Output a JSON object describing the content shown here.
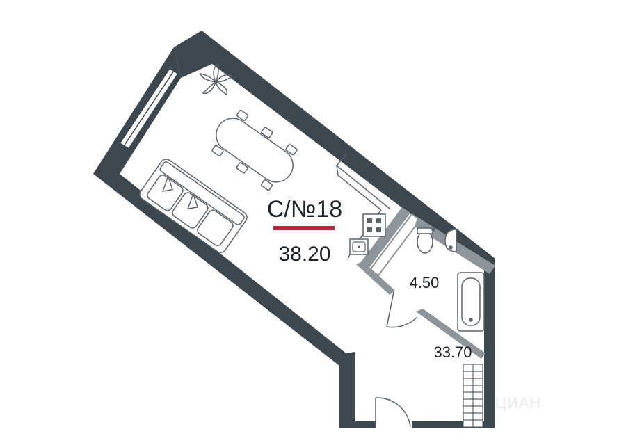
{
  "apartment": {
    "title": "С/№18",
    "total_area": "38.20",
    "bathroom_area": "4.50",
    "living_area": "33.70"
  },
  "watermark": "ЦИАН",
  "colors": {
    "wall": "#3c474f",
    "inner_wall": "#8d949a",
    "furniture": "#5b646b",
    "accent": "#b3263b"
  },
  "icons": [
    "plant-icon",
    "dining-table-icon",
    "sofa-icon",
    "stove-icon",
    "sink-icon",
    "toilet-icon",
    "bathtub-icon",
    "radiator-icon",
    "door-icon",
    "window-icon"
  ]
}
